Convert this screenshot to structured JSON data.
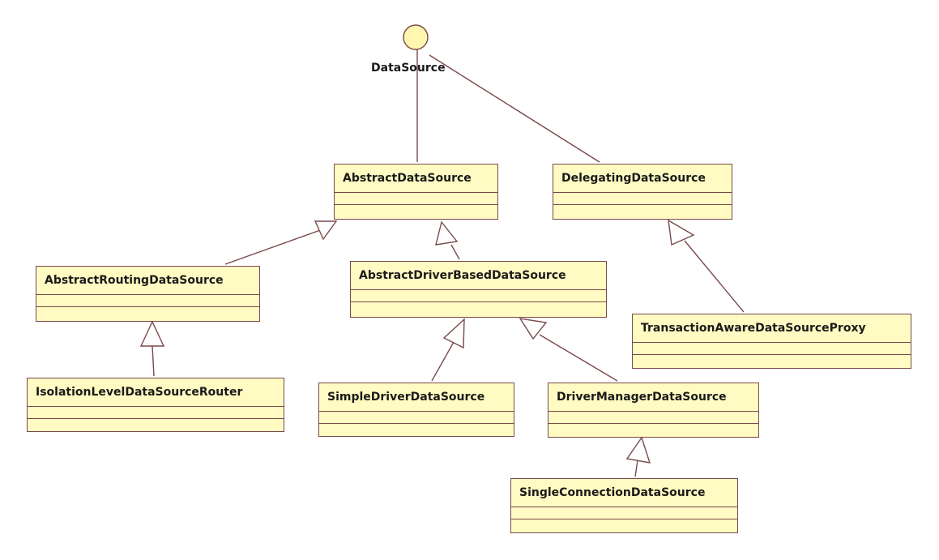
{
  "interface": {
    "name": "DataSource"
  },
  "classes": {
    "abstract_data_source": "AbstractDataSource",
    "delegating_data_source": "DelegatingDataSource",
    "abstract_routing_data_source": "AbstractRoutingDataSource",
    "abstract_driver_based_data_source": "AbstractDriverBasedDataSource",
    "transaction_aware_data_source_proxy": "TransactionAwareDataSourceProxy",
    "isolation_level_data_source_router": "IsolationLevelDataSourceRouter",
    "simple_driver_data_source": "SimpleDriverDataSource",
    "driver_manager_data_source": "DriverManagerDataSource",
    "single_connection_data_source": "SingleConnectionDataSource"
  },
  "colors": {
    "class_fill": "#fffbc2",
    "class_border": "#7a4a4a",
    "interface_fill": "#fff6b0",
    "line": "#7a4a4a"
  }
}
